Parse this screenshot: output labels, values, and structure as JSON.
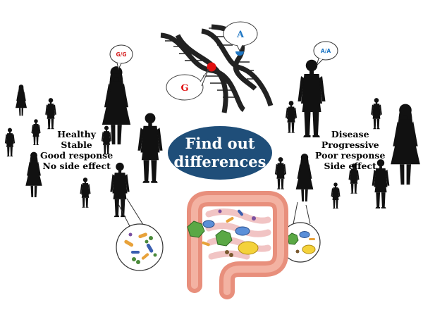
{
  "dna": {
    "allele_top": "A",
    "allele_bottom": "G",
    "colors": {
      "strand": "#222222",
      "allele_a": "#1f77c4",
      "allele_g": "#e01010"
    }
  },
  "left_person_genotype": "G/G",
  "right_person_genotype": "A/A",
  "center": {
    "line1": "Find out",
    "line2": "differences",
    "fill": "#1f4e79"
  },
  "left_labels": [
    "Healthy",
    "Stable",
    "Good response",
    "No side effect"
  ],
  "right_labels": [
    "Disease",
    "Progressive",
    "Poor response",
    "Side effect"
  ],
  "colors": {
    "silhouette": "#111111",
    "intestine": "#e88f7c",
    "genotype_text": "#d42020"
  },
  "icons": [
    "dna-double-helix-icon",
    "person-silhouette-icon",
    "intestine-icon",
    "bacteria-icon",
    "magnifier-bubble-icon"
  ]
}
